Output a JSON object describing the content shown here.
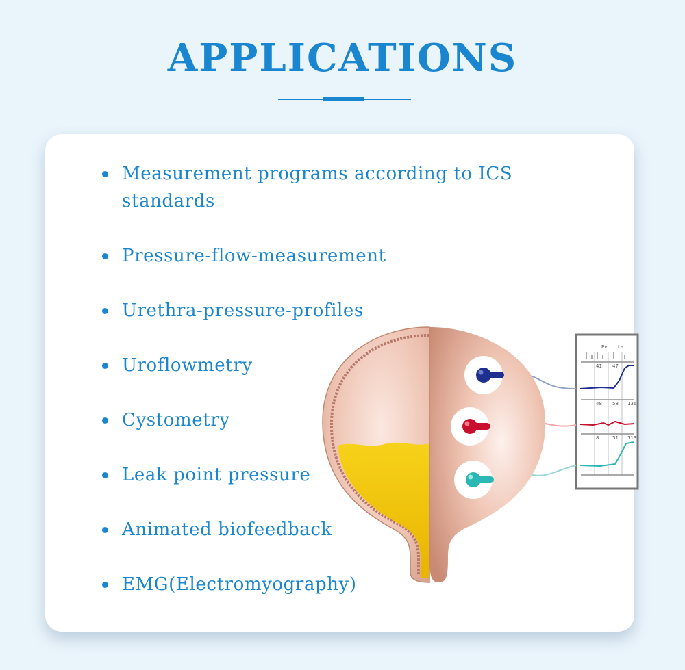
{
  "page": {
    "title": "APPLICATIONS"
  },
  "applications": {
    "items": [
      {
        "label": "Measurement programs according to ICS standards"
      },
      {
        "label": "Pressure-flow-measurement"
      },
      {
        "label": "Urethra-pressure-profiles"
      },
      {
        "label": "Uroflowmetry"
      },
      {
        "label": "Cystometry"
      },
      {
        "label": "Leak point pressure"
      },
      {
        "label": "Animated biofeedback"
      },
      {
        "label": "EMG(Electromyography)"
      }
    ]
  },
  "monitor": {
    "channel_labels": [
      "Pv",
      "La",
      "41",
      "47",
      "48",
      "58",
      "136",
      "8",
      "51",
      "113"
    ]
  },
  "colors": {
    "accent": "#1a86cf",
    "background": "#eaf4fb",
    "card": "#ffffff",
    "bladder_wall": "#dca690",
    "urine": "#f2c300",
    "electrode_blue": "#1f2f8f",
    "electrode_red": "#c8102e",
    "electrode_teal": "#2bb7b3"
  }
}
